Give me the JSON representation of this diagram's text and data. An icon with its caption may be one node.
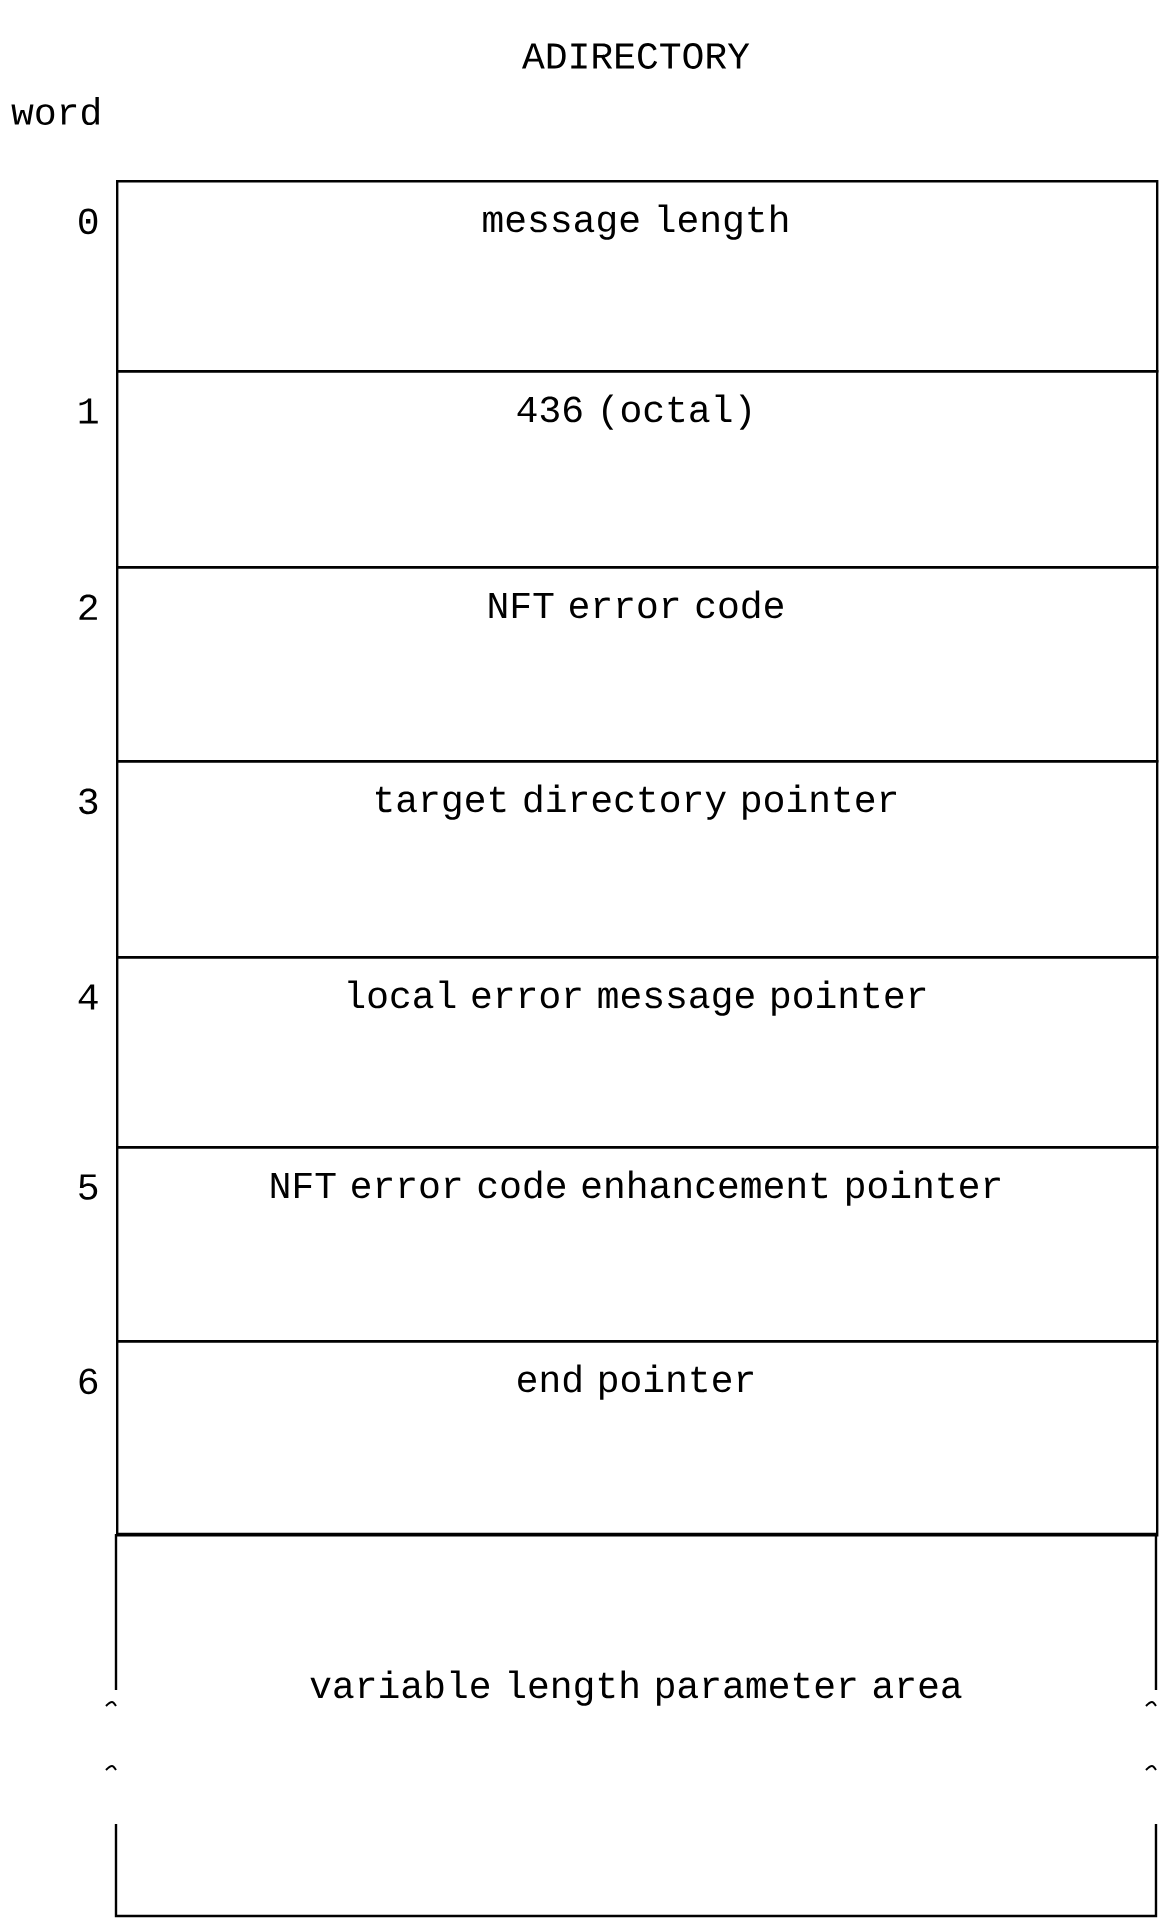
{
  "diagram": {
    "title": "ADIRECTORY",
    "nodes": [
      {
        "text": [
          "message length"
        ],
        "beside": [
          "0"
        ]
      },
      {
        "text": [
          "436 (octal)"
        ],
        "beside": [
          "1"
        ]
      },
      {
        "text": [
          "NFT error code"
        ],
        "beside": [
          "2"
        ]
      },
      {
        "text": [
          "target directory pointer"
        ],
        "beside": [
          "3"
        ]
      },
      {
        "text": [
          "local error message pointer"
        ],
        "beside": [
          "4"
        ]
      },
      {
        "text": [
          "NFT error code enhancement pointer"
        ],
        "beside": [
          "5"
        ]
      },
      {
        "text": [
          "end pointer"
        ],
        "beside": [
          "6"
        ]
      },
      {
        "text": [
          "variable length parameter area"
        ]
      }
    ],
    "labels": [
      "word"
    ]
  }
}
